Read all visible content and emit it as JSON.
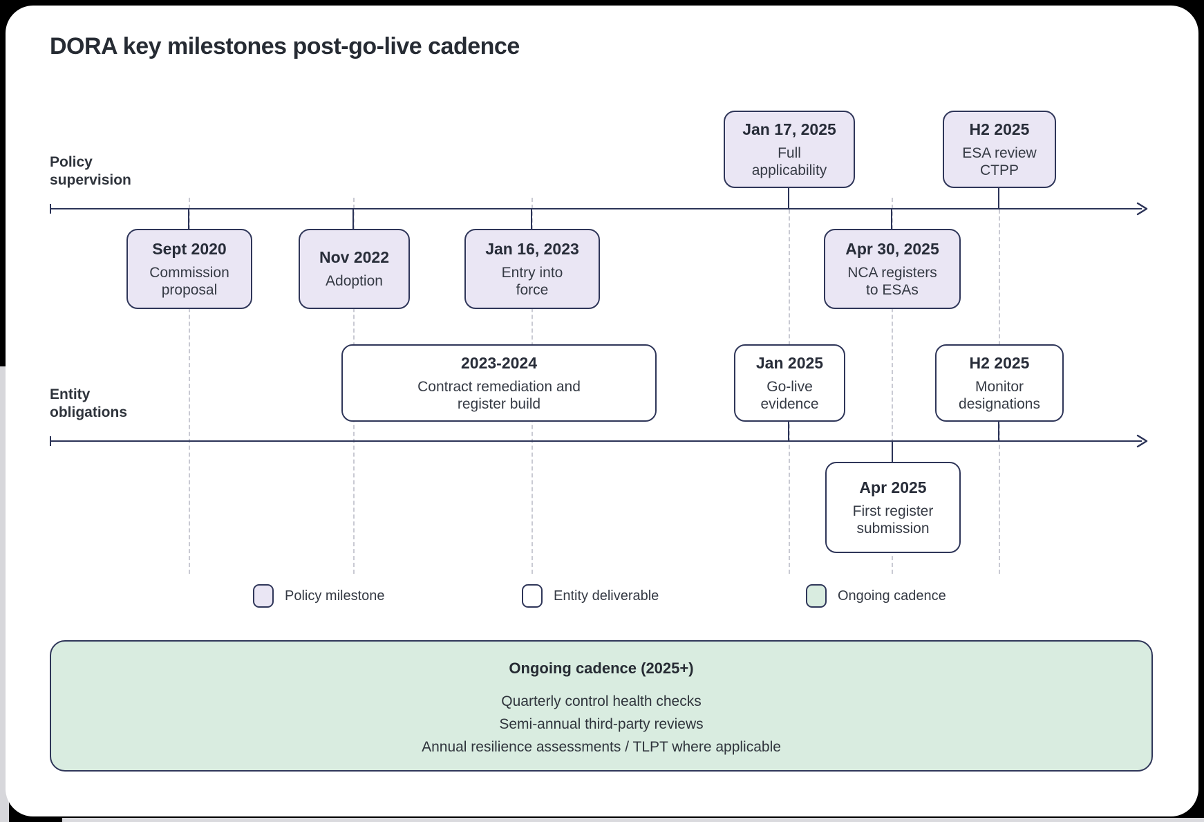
{
  "page_title": "DORA key milestones post-go-live cadence",
  "colors": {
    "axis": "#2b3357",
    "box_border": "#2f3659",
    "policy_fill": "#eae6f4",
    "entity_fill": "#ffffff",
    "cadence_fill": "#d9ece0",
    "dashed_guide": "#c9cad3",
    "text_dark": "#262b33",
    "text_body": "#353a44"
  },
  "policy_timeline": {
    "label": "Policy supervision",
    "milestones": [
      {
        "date": "Sept 2020",
        "desc": "Commission\nproposal"
      },
      {
        "date": "Nov 2022",
        "desc": "Adoption"
      },
      {
        "date": "Jan 16, 2023",
        "desc": "Entry into\nforce"
      },
      {
        "date": "Jan 17, 2025",
        "desc": "Full\napplicability"
      },
      {
        "date": "Apr 30, 2025",
        "desc": "NCA registers\nto ESAs"
      },
      {
        "date": "H2 2025",
        "desc": "ESA review\nCTPP"
      }
    ]
  },
  "entity_timeline": {
    "label": "Entity obligations",
    "milestones": [
      {
        "date": "2023-2024",
        "desc": "Contract remediation and\nregister build"
      },
      {
        "date": "Jan 2025",
        "desc": "Go-live\nevidence"
      },
      {
        "date": "H2 2025",
        "desc": "Monitor\ndesignations"
      },
      {
        "date": "Apr 2025",
        "desc": "First register\nsubmission"
      }
    ]
  },
  "legend": [
    {
      "label": "Policy milestone",
      "swatch": "#eae6f4"
    },
    {
      "label": "Entity deliverable",
      "swatch": "#ffffff"
    },
    {
      "label": "Ongoing cadence",
      "swatch": "#d9ece0"
    }
  ],
  "cadence_panel": {
    "title": "Ongoing cadence (2025+)",
    "items": [
      "Quarterly control health checks",
      "Semi-annual third-party reviews",
      "Annual resilience assessments / TLPT where applicable"
    ]
  }
}
